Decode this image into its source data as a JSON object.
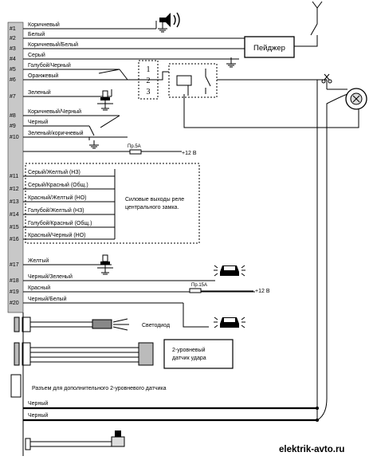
{
  "connector_pins": [
    {
      "pin": "#1",
      "wire": "Коричневый"
    },
    {
      "pin": "#2",
      "wire": "Белый"
    },
    {
      "pin": "#3",
      "wire": "Коричневый/Белый"
    },
    {
      "pin": "#4",
      "wire": "Серый"
    },
    {
      "pin": "#5",
      "wire": "Голубой/Черный"
    },
    {
      "pin": "#6",
      "wire": "Оранжевый"
    },
    {
      "pin": "#7",
      "wire": "Зеленый"
    },
    {
      "pin": "#8",
      "wire": "Коричневый/Черный"
    },
    {
      "pin": "#9",
      "wire": "Черный"
    },
    {
      "pin": "#10",
      "wire": "Зеленый/коричневый"
    },
    {
      "pin": "#11",
      "wire": "Серый/Желтый  (НЗ)"
    },
    {
      "pin": "#12",
      "wire": "Серый/Красный  (Общ.)"
    },
    {
      "pin": "#13",
      "wire": "Красный/Желтый  (НО)"
    },
    {
      "pin": "#14",
      "wire": "Голубой/Желтый  (НЗ)"
    },
    {
      "pin": "#15",
      "wire": "Голубой/Красный  (Общ.)"
    },
    {
      "pin": "#16",
      "wire": "Красный/Черный  (НО)"
    },
    {
      "pin": "#17",
      "wire": "Желтый"
    },
    {
      "pin": "#18",
      "wire": "Черный/Зеленый"
    },
    {
      "pin": "#19",
      "wire": "Красный"
    },
    {
      "pin": "#20",
      "wire": "Черный/Белый"
    }
  ],
  "pager_label": "Пейджер",
  "relay_numbers": [
    "1",
    "2",
    "3"
  ],
  "fuse_5a": "Пр.5А",
  "fuse_15a": "Пр.15А",
  "plus_12v_a": "+12 В",
  "plus_12v_b": "+12 В",
  "lock_outputs_label": [
    "Силовые выходы реле",
    "центрального замка."
  ],
  "led_label": "Светодиод",
  "shock_sensor_label": [
    "2-уровневый",
    "датчик удара"
  ],
  "extra_connector_label": "Разъем для дополнительного 2-уровневого датчика",
  "bottom_wires": [
    "Черный",
    "Черный"
  ],
  "watermark": "elektrik-avto.ru"
}
